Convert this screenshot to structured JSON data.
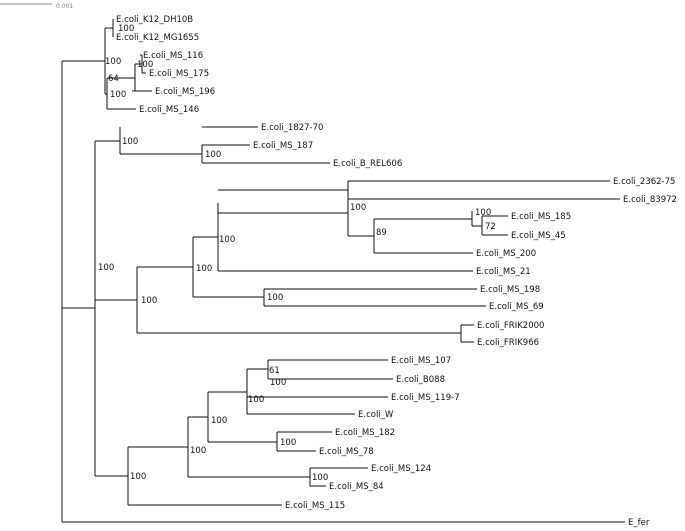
{
  "scale_bar": {
    "label": "0.001"
  },
  "leaves": [
    "E.coli_K12_DH10B",
    "E.coli_K12_MG1655",
    "E.coli_MS_116",
    "E.coli_MS_175",
    "E.coli_MS_196",
    "E.coli_MS_146",
    "E.coli_1827-70",
    "E.coli_MS_187",
    "E.coli_B_REL606",
    "E.coli_2362-75",
    "E.coli_83972",
    "E.coli_MS_185",
    "E.coli_MS_45",
    "E.coli_MS_200",
    "E.coli_MS_21",
    "E.coli_MS_198",
    "E.coli_MS_69",
    "E.coli_FRIK2000",
    "E.coli_FRIK966",
    "E.coli_MS_107",
    "E.coli_B088",
    "E.coli_MS_119-7",
    "E.coli_W",
    "E.coli_MS_182",
    "E.coli_MS_78",
    "E.coli_MS_124",
    "E.coli_MS_84",
    "E.coli_MS_115",
    "E_fer"
  ],
  "support_values": [
    "100",
    "100",
    "100",
    "64",
    "100",
    "100",
    "100",
    "100",
    "100",
    "100",
    "72",
    "89",
    "100",
    "100",
    "100",
    "100",
    "61",
    "100",
    "100",
    "100",
    "100",
    "100",
    "100",
    "100"
  ]
}
